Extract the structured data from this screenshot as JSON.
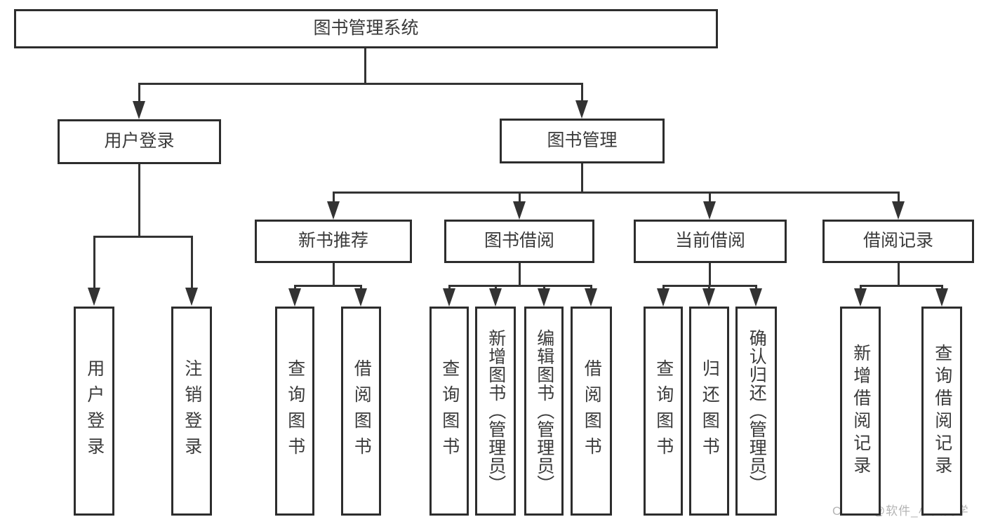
{
  "diagram_title": "图书管理系统",
  "nodes": [
    {
      "id": "root",
      "label": "图书管理系统"
    },
    {
      "id": "user-login",
      "label": "用户登录"
    },
    {
      "id": "book-mgmt",
      "label": "图书管理"
    },
    {
      "id": "new-book-rec",
      "label": "新书推荐"
    },
    {
      "id": "book-borrow",
      "label": "图书借阅"
    },
    {
      "id": "current-borrow",
      "label": "当前借阅"
    },
    {
      "id": "borrow-records",
      "label": "借阅记录"
    },
    {
      "id": "login-v",
      "label": "用户登录"
    },
    {
      "id": "logout-v",
      "label": "注销登录"
    },
    {
      "id": "query-books-1",
      "label": "查询图书"
    },
    {
      "id": "borrow-books-1",
      "label": "借阅图书"
    },
    {
      "id": "query-books-2",
      "label": "查询图书"
    },
    {
      "id": "add-books-admin",
      "label": "新增图书（管理员）"
    },
    {
      "id": "edit-books-admin",
      "label": "编辑图书（管理员）"
    },
    {
      "id": "borrow-books-2",
      "label": "借阅图书"
    },
    {
      "id": "query-books-3",
      "label": "查询图书"
    },
    {
      "id": "return-books",
      "label": "归还图书"
    },
    {
      "id": "confirm-return-admin",
      "label": "确认归还（管理员）"
    },
    {
      "id": "add-borrow-record",
      "label": "新增借阅记录"
    },
    {
      "id": "query-borrow-record",
      "label": "查询借阅记录"
    }
  ],
  "hierarchy": {
    "root": [
      "user-login",
      "book-mgmt"
    ],
    "user-login": [
      "login-v",
      "logout-v"
    ],
    "book-mgmt": [
      "new-book-rec",
      "book-borrow",
      "current-borrow",
      "borrow-records"
    ],
    "new-book-rec": [
      "query-books-1",
      "borrow-books-1"
    ],
    "book-borrow": [
      "query-books-2",
      "add-books-admin",
      "edit-books-admin",
      "borrow-books-2"
    ],
    "current-borrow": [
      "query-books-3",
      "return-books",
      "confirm-return-admin"
    ],
    "borrow-records": [
      "add-borrow-record",
      "query-borrow-record"
    ]
  },
  "watermark": {
    "text": "CSDN @软件_小贺同学"
  },
  "colors": {
    "line": "#333333",
    "border": "#2d2d2d",
    "text": "#3a3a3a",
    "watermark": "#b4b4b4",
    "background": "#ffffff"
  }
}
